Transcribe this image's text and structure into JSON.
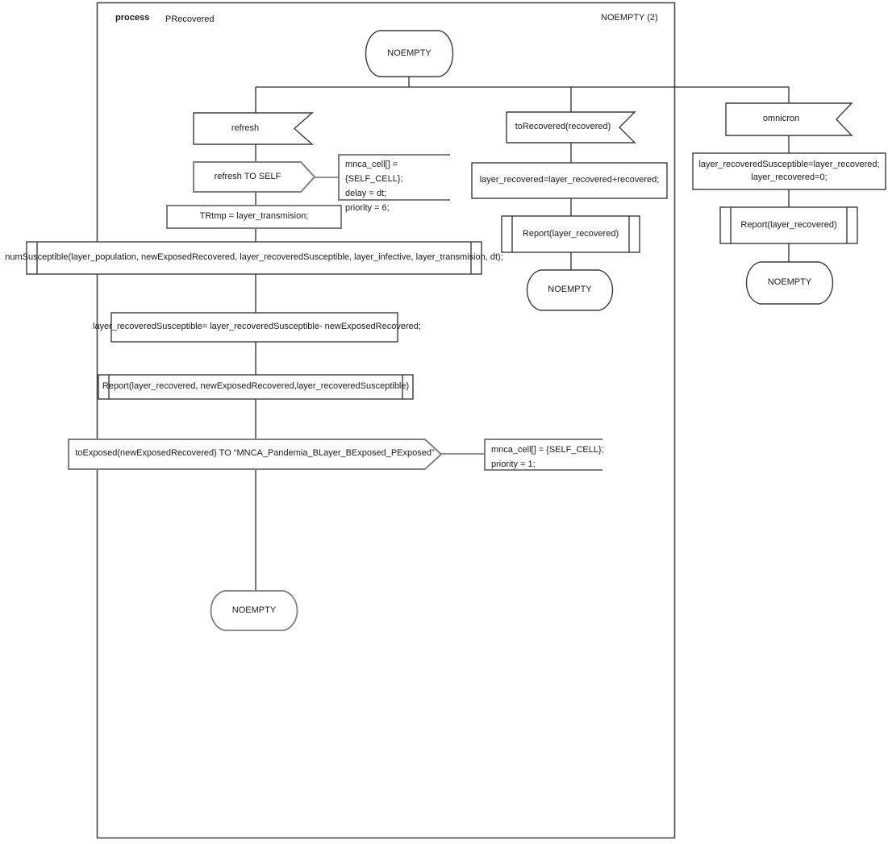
{
  "header": {
    "kind_label": "process",
    "process_name": "PRecovered",
    "state_indicator": "NOEMPTY (2)"
  },
  "top_state": {
    "label": "NOEMPTY"
  },
  "left_branch": {
    "input": "refresh",
    "output_self": "refresh TO SELF",
    "output_self_comment": "mnca_cell[] = {SELF_CELL};\ndelay = dt;\npriority = 6;",
    "task_trtmp": "TRtmp = layer_transmision;",
    "procedure_num": "numSusceptible(layer_population, newExposedRecovered, layer_recoveredSusceptible, layer_infective, layer_transmision, dt);",
    "task_update": "layer_recoveredSusceptible= layer_recoveredSusceptible- newExposedRecovered;",
    "procedure_report": "Report(layer_recovered, newExposedRecovered,layer_recoveredSusceptible)",
    "output_exposed": "toExposed(newExposedRecovered) TO “MNCA_Pandemia_BLayer_BExposed_PExposed”",
    "output_exposed_comment": "mnca_cell[] = {SELF_CELL};\npriority = 1;",
    "end_state": "NOEMPTY"
  },
  "middle_branch": {
    "input": "toRecovered(recovered)",
    "task": "layer_recovered=layer_recovered+recovered;",
    "procedure": "Report(layer_recovered)",
    "end_state": "NOEMPTY"
  },
  "right_branch": {
    "input": "omnicron",
    "task": "layer_recoveredSusceptible=layer_recovered;\nlayer_recovered=0;",
    "procedure": "Report(layer_recovered)",
    "end_state": "NOEMPTY"
  },
  "colors": {
    "outline_dark": "#3b3b3b",
    "outline_gray": "#7f7f7f",
    "flow_line": "#2b2b2b",
    "frame": "#474747"
  }
}
